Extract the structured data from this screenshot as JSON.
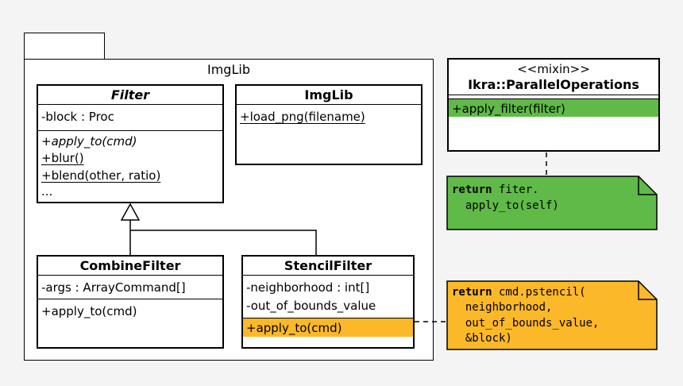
{
  "colors": {
    "highlight_green": "#5fba47",
    "highlight_orange": "#fbb829",
    "note_green": "#5fba47",
    "note_orange": "#fbb829",
    "background": "#f4f4f4"
  },
  "package": {
    "name": "ImgLib"
  },
  "classes": {
    "filter": {
      "name": "Filter",
      "attributes": [
        "-block : Proc"
      ],
      "operations": [
        "+apply_to(cmd)",
        "+blur()",
        "+blend(other, ratio)",
        "..."
      ]
    },
    "imglib": {
      "name": "ImgLib",
      "operations": [
        "+load_png(filename)"
      ]
    },
    "combine_filter": {
      "name": "CombineFilter",
      "attributes": [
        "-args : ArrayCommand[]"
      ],
      "operations": [
        "+apply_to(cmd)"
      ]
    },
    "stencil_filter": {
      "name": "StencilFilter",
      "attributes": [
        "-neighborhood : int[]",
        "-out_of_bounds_value"
      ],
      "operations": [
        "+apply_to(cmd)"
      ]
    },
    "parallel_ops": {
      "stereotype": "<<mixin>>",
      "name": "Ikra::ParallelOperations",
      "operations": [
        "+apply_filter(filter)"
      ]
    }
  },
  "notes": {
    "green": {
      "keyword": "return",
      "line1": " fiter.",
      "line2": "  apply_to(self)"
    },
    "orange": {
      "keyword": "return",
      "line1": " cmd.pstencil(",
      "line2": "  neighborhood,",
      "line3": "  out_of_bounds_value,",
      "line4": "  &block)"
    }
  }
}
